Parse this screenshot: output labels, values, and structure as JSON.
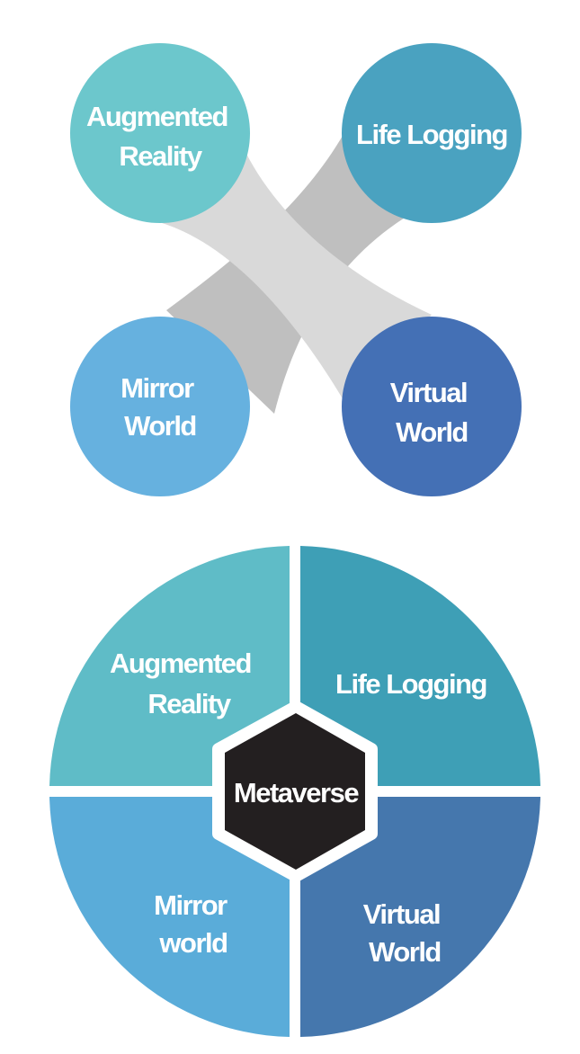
{
  "top_diagram": {
    "circles": [
      {
        "lines": [
          "Augmented",
          "Reality"
        ],
        "color": "#6cc7cc"
      },
      {
        "lines": [
          "Life Logging"
        ],
        "color": "#4aa2c0"
      },
      {
        "lines": [
          "Mirror",
          "World"
        ],
        "color": "#66b1df"
      },
      {
        "lines": [
          "Virtual",
          "World"
        ],
        "color": "#4470b5"
      }
    ],
    "connector_colors": [
      "#d9d9d9",
      "#bfbfbf"
    ]
  },
  "bottom_diagram": {
    "quadrants": [
      {
        "lines": [
          "Augmented",
          "Reality"
        ],
        "color": "#5fbcc7"
      },
      {
        "lines": [
          "Life Logging"
        ],
        "color": "#3e9fb6"
      },
      {
        "lines": [
          "Mirror",
          "world"
        ],
        "color": "#5aacd9"
      },
      {
        "lines": [
          "Virtual",
          "World"
        ],
        "color": "#4577ad"
      }
    ],
    "center": {
      "label": "Metaverse",
      "color": "#231f20"
    }
  }
}
